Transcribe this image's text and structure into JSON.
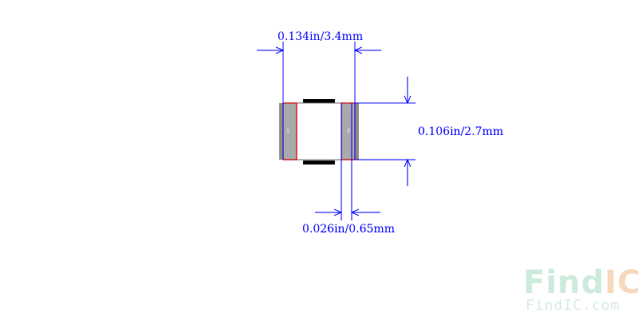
{
  "dimensions": {
    "overall_width": "0.134in/3.4mm",
    "height": "0.106in/2.7mm",
    "pad_width": "0.026in/0.65mm"
  },
  "pads": [
    {
      "number": "1"
    },
    {
      "number": "2"
    }
  ],
  "watermark": {
    "part1": "Find",
    "part2": "IC",
    "url": "FindIC.com"
  },
  "colors": {
    "dimension_line": "#0000ff",
    "pad_fill": "#8c8c8c",
    "pad_outline": "#d40000",
    "silkscreen": "#000000",
    "watermark_green": "#cdebdc",
    "watermark_orange": "#f8d8bc"
  }
}
